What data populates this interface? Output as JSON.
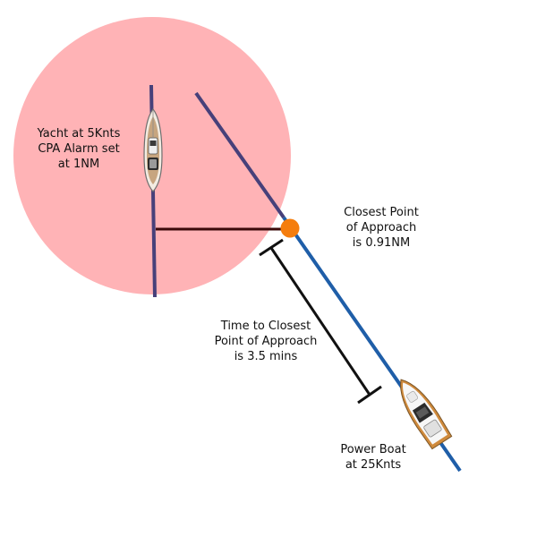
{
  "colors": {
    "alarm_zone": "#ffb3b6",
    "yacht_track": "#47407a",
    "power_boat_track": "#1f5ea8",
    "cpa_line": "#3a0a0a",
    "cpa_marker": "#f57d0d",
    "time_bar": "#111111"
  },
  "labels": {
    "yacht": [
      "Yacht at 5Knts",
      "CPA Alarm set",
      "at 1NM"
    ],
    "cpa": [
      "Closest Point",
      "of Approach",
      "is 0.91NM"
    ],
    "tcpa": [
      "Time to Closest",
      "Point of Approach",
      "is 3.5 mins"
    ],
    "power_boat": [
      "Power Boat",
      "at 25Knts"
    ]
  },
  "icons": {
    "yacht": "sailing-yacht-icon",
    "power_boat": "motor-boat-icon",
    "cpa_marker": "orange-dot-marker"
  }
}
